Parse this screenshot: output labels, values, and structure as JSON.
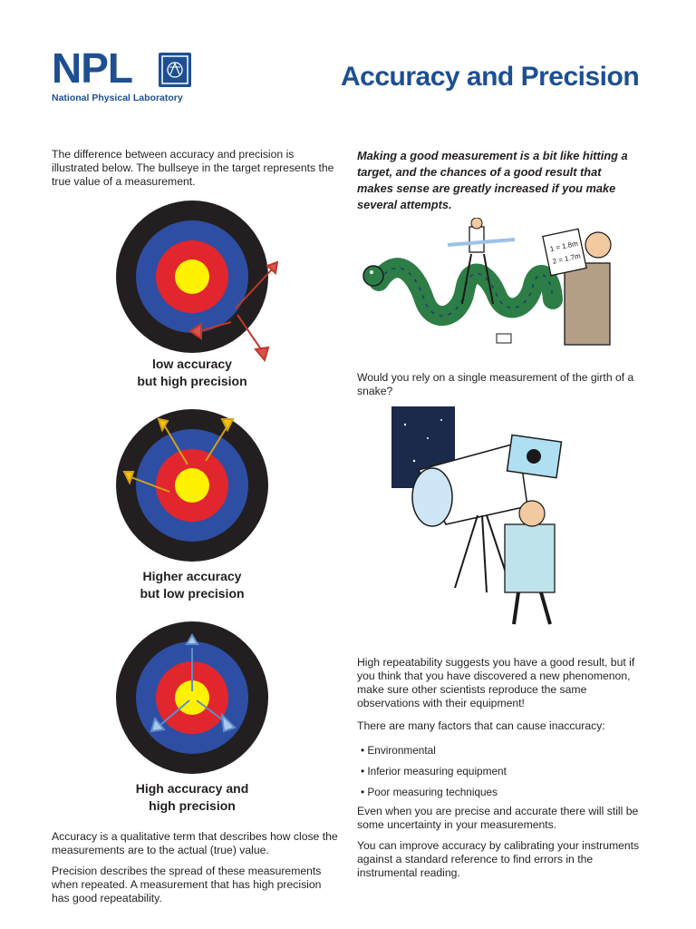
{
  "header": {
    "logo_letters": "NPL",
    "logo_subtitle": "National Physical Laboratory",
    "title": "Accuracy and Precision"
  },
  "colors": {
    "brand": "#1d4f91",
    "ring_black": "#231f20",
    "ring_blue": "#2e4ea3",
    "ring_red": "#e2262d",
    "bullseye_yellow": "#fff200"
  },
  "left": {
    "intro": "The difference between accuracy and precision is illustrated below. The bullseye in the target represents the true value of a measurement.",
    "targets": [
      {
        "caption_line1": "low accuracy",
        "caption_line2": "but high precision"
      },
      {
        "caption_line1": "Higher accuracy",
        "caption_line2": "but low precision"
      },
      {
        "caption_line1": "High accuracy and",
        "caption_line2": "high precision"
      }
    ],
    "accuracy_def": "Accuracy is a qualitative term that describes how close the measurements are to the actual (true) value.",
    "precision_def": "Precision describes the spread of these measurements when repeated. A measurement that has high precision has good repeatability."
  },
  "right": {
    "intro": "Making a good measurement is a bit like hitting a target, and the chances of a good result that makes sense are greatly increased if you make several attempts.",
    "cartoon1_notes": [
      "1 = 1.8m",
      "2 = 1.7m"
    ],
    "snake_question": "Would you rely on a single measurement of the girth of a snake?",
    "repeatability": "High repeatability suggests you have a good result, but if you think that you have discovered a new phenomenon, make sure other scientists reproduce the same observations with their equipment!",
    "factors_intro": "There are many factors that can cause inaccuracy:",
    "factors": [
      "• Environmental",
      "• Inferior measuring equipment",
      "• Poor measuring techniques"
    ],
    "uncertainty": "Even when you are precise and accurate there will still be some uncertainty in your measurements.",
    "calibration": "You can improve accuracy by calibrating your instruments against a standard reference to find errors in the instrumental reading."
  }
}
